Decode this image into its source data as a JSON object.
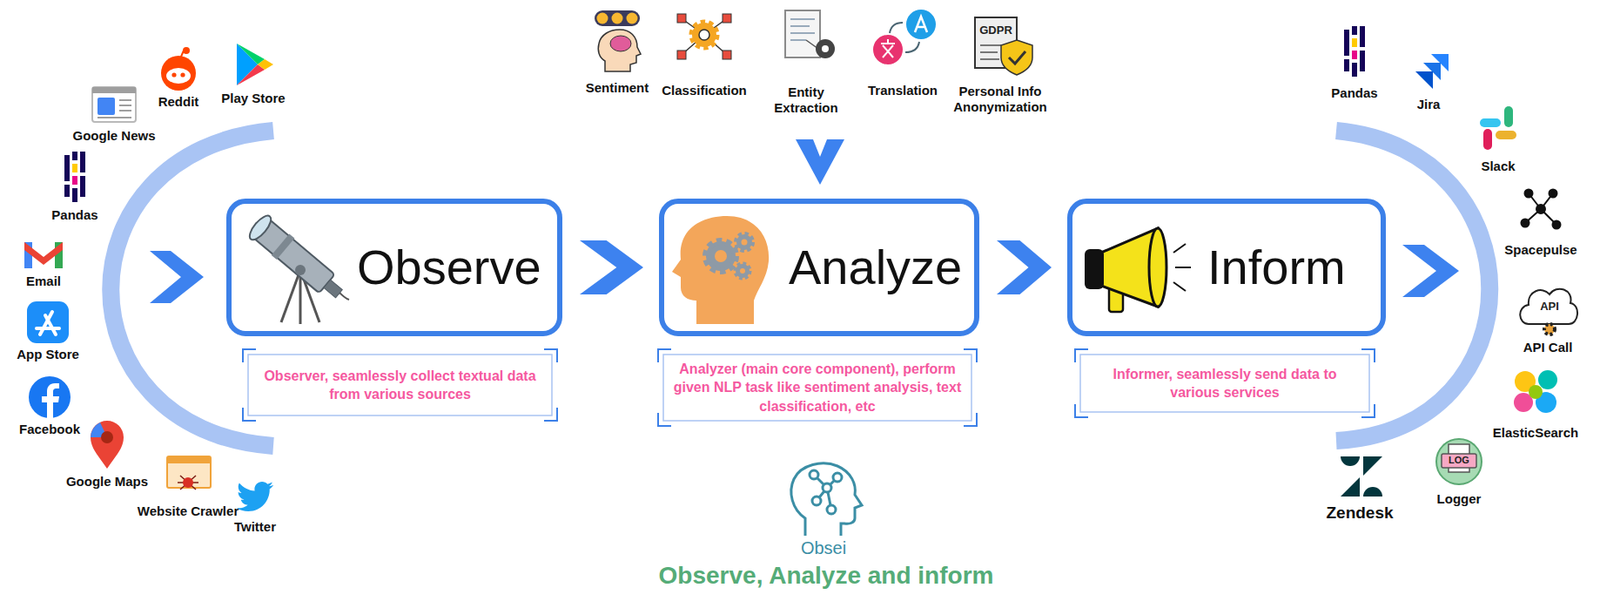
{
  "diagram": {
    "caption": "Observe, Analyze and inform",
    "nodes": [
      {
        "text": [
          "Observe"
        ]
      },
      {
        "text": [
          "Analyze"
        ]
      },
      {
        "text": [
          "Inform"
        ]
      },
      {
        "text": [
          "Observer, seamlessly collect textual data from various sources"
        ]
      },
      {
        "text": [
          "Analyzer (main core component), perform given NLP task like sentiment analysis, text classification, etc"
        ]
      },
      {
        "text": [
          "Informer, seamlessly send data to various services"
        ]
      }
    ],
    "edges": [
      {
        "from": 0,
        "to": 1,
        "arrow": "to"
      },
      {
        "from": 1,
        "to": 2,
        "arrow": "to"
      }
    ],
    "labels": [
      "Google News",
      "Reddit",
      "Play Store",
      "Pandas",
      "Email",
      "App Store",
      "Facebook",
      "Google Maps",
      "Website Crawler",
      "Twitter",
      "Sentiment",
      "Classification",
      "Entity Extraction",
      "Translation",
      "GDPR",
      "Personal Info Anonymization",
      "Pandas",
      "Jira",
      "Slack",
      "Spacepulse",
      "API",
      "API Call",
      "ElasticSearch",
      "Logger",
      "LOG",
      "Zendesk",
      "Obsei"
    ]
  }
}
